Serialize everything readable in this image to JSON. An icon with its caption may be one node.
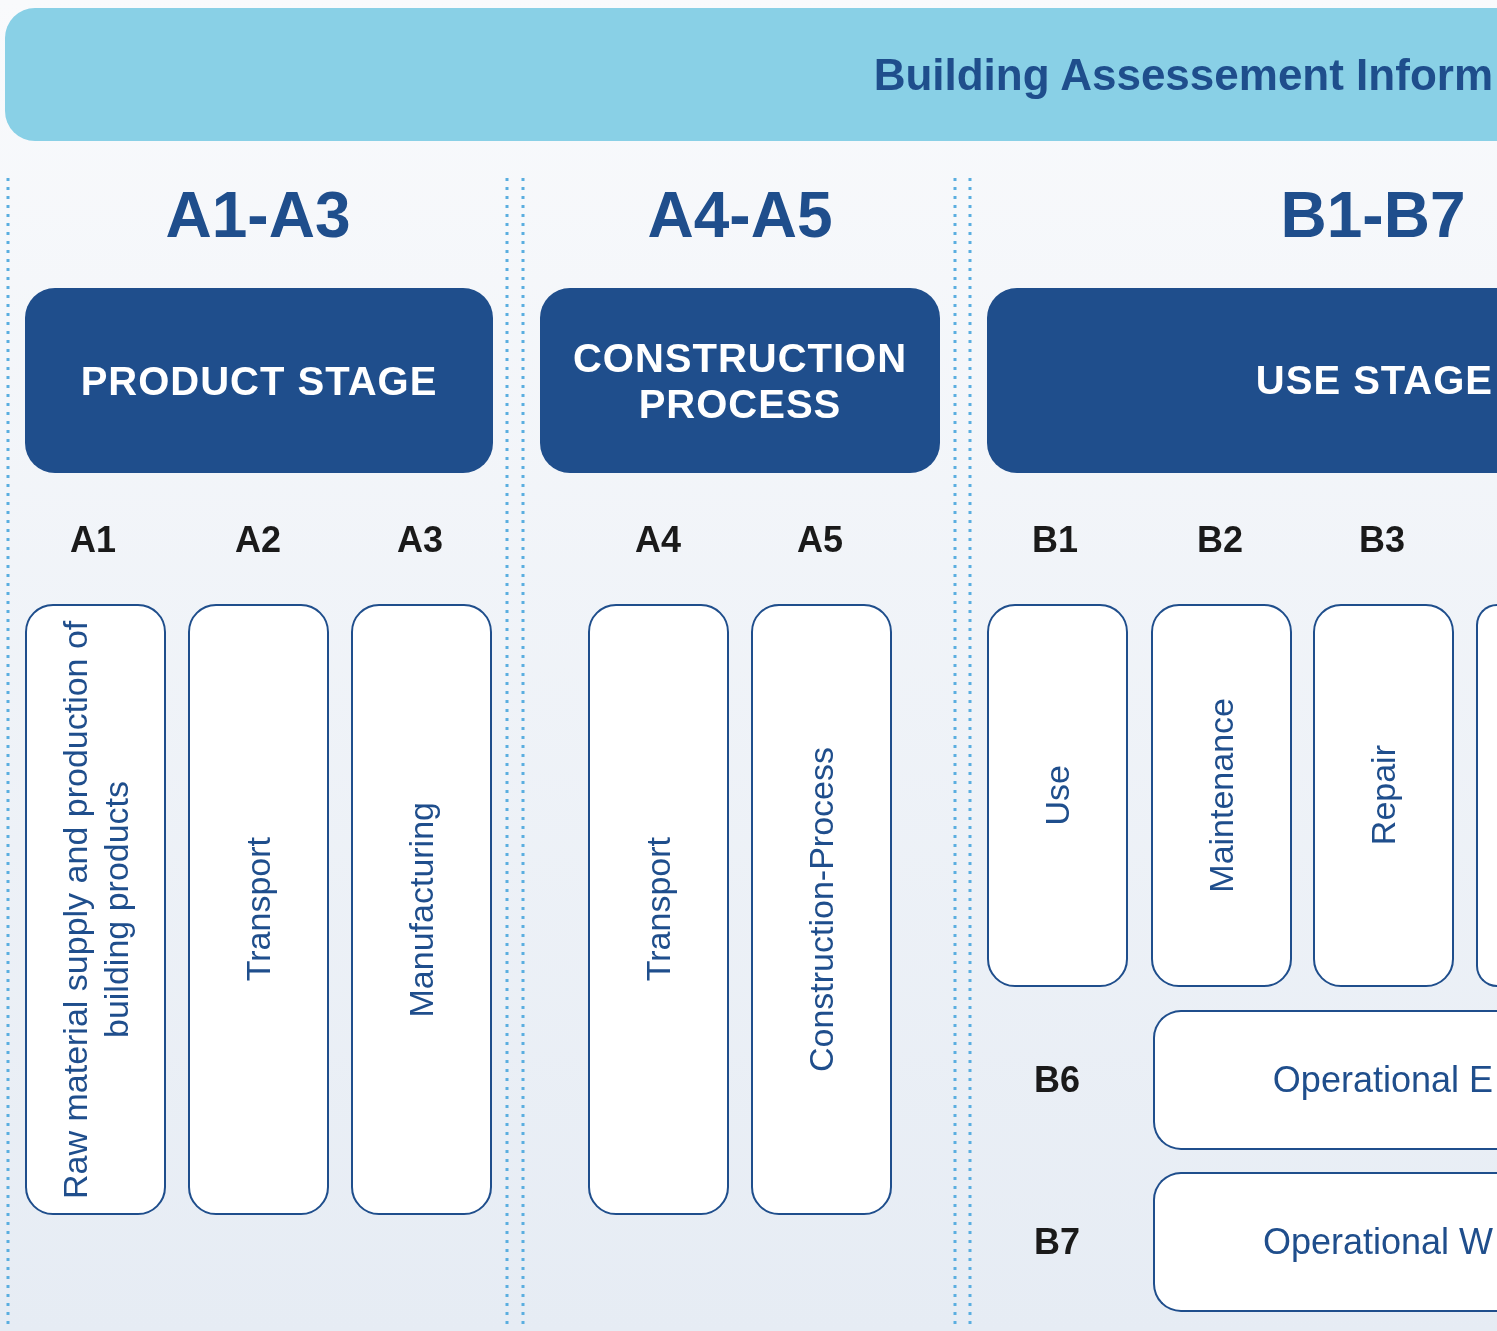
{
  "diagram": {
    "nodes": [
      {
        "text": [
          "Building Assessement Inform"
        ]
      },
      {
        "text": [
          "PRODUCT STAGE"
        ]
      },
      {
        "text": [
          "CONSTRUCTION PROCESS"
        ]
      },
      {
        "text": [
          "USE STAGE"
        ]
      },
      {
        "text": [
          "Raw material supply and production of building products"
        ]
      },
      {
        "text": [
          "Transport"
        ]
      },
      {
        "text": [
          "Manufacturing"
        ]
      },
      {
        "text": [
          "Transport"
        ]
      },
      {
        "text": [
          "Construction-Process"
        ]
      },
      {
        "text": [
          "Use"
        ]
      },
      {
        "text": [
          "Maintenance"
        ]
      },
      {
        "text": [
          "Repair"
        ]
      },
      {
        "text": [],
        "shape": "box"
      },
      {
        "text": [
          "Operational E"
        ]
      },
      {
        "text": [
          "Operational W"
        ]
      }
    ],
    "labels": [
      "A1-A3",
      "A4-A5",
      "B1-B7",
      "A1",
      "A2",
      "A3",
      "A4",
      "A5",
      "B1",
      "B2",
      "B3",
      "B6",
      "B7"
    ]
  }
}
